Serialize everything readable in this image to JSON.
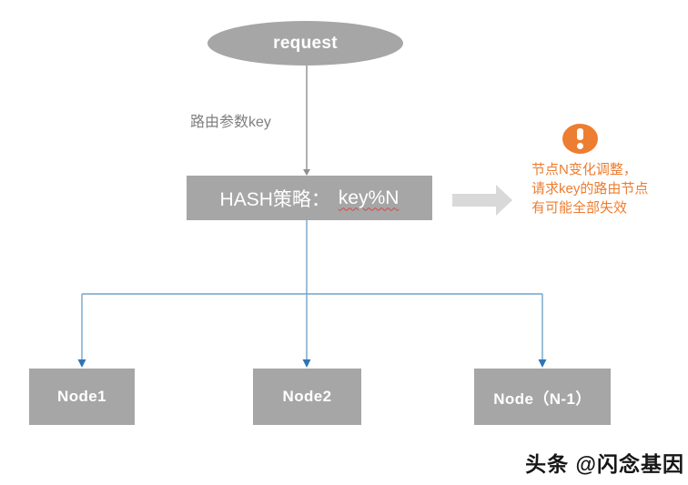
{
  "colors": {
    "shape_gray": "#a6a6a6",
    "block_arrow_gray": "#d9d9d9",
    "connector_gray": "#8f8f8f",
    "connector_blue": "#74a4c8",
    "arrowhead_blue": "#2e75b6",
    "warning_orange": "#ed7d31",
    "label_gray": "#7f7f7f",
    "underline_red": "#d04a4a"
  },
  "diagram": {
    "request": {
      "label": "request"
    },
    "edge_label": "路由参数key",
    "hash_box": {
      "prefix": "HASH策略：",
      "formula": "key%N"
    },
    "warning": {
      "lines": [
        "节点N变化调整，",
        "请求key的路由节点",
        "有可能全部失效"
      ]
    },
    "nodes": [
      {
        "label": "Node1"
      },
      {
        "label": "Node2"
      },
      {
        "label": "Node（N-1）"
      }
    ],
    "watermark": "头条 @闪念基因"
  }
}
